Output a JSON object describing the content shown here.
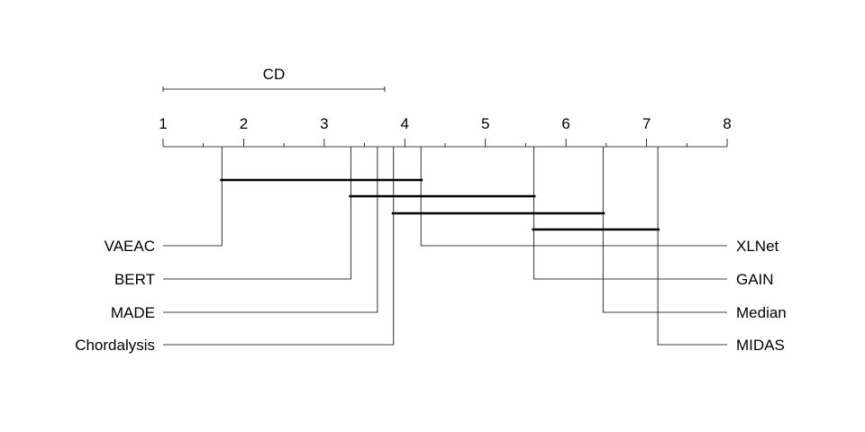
{
  "chart_data": {
    "type": "critical-difference",
    "title": "",
    "cd_label": "CD",
    "cd_value": 2.75,
    "axis": {
      "min": 1,
      "max": 8,
      "ticks": [
        1,
        2,
        3,
        4,
        5,
        6,
        7,
        8
      ],
      "tick_labels": [
        "1",
        "2",
        "3",
        "4",
        "5",
        "6",
        "7",
        "8"
      ]
    },
    "methods_left": [
      {
        "name": "VAEAC",
        "rank": 1.73
      },
      {
        "name": "BERT",
        "rank": 3.33
      },
      {
        "name": "MADE",
        "rank": 3.66
      },
      {
        "name": "Chordalysis",
        "rank": 3.86
      }
    ],
    "methods_right": [
      {
        "name": "XLNet",
        "rank": 4.2
      },
      {
        "name": "GAIN",
        "rank": 5.6
      },
      {
        "name": "Median",
        "rank": 6.46
      },
      {
        "name": "MIDAS",
        "rank": 7.14
      }
    ],
    "cliques": [
      {
        "start": 1.73,
        "end": 4.2
      },
      {
        "start": 3.33,
        "end": 5.6
      },
      {
        "start": 3.86,
        "end": 6.46
      },
      {
        "start": 5.6,
        "end": 7.14
      }
    ]
  }
}
